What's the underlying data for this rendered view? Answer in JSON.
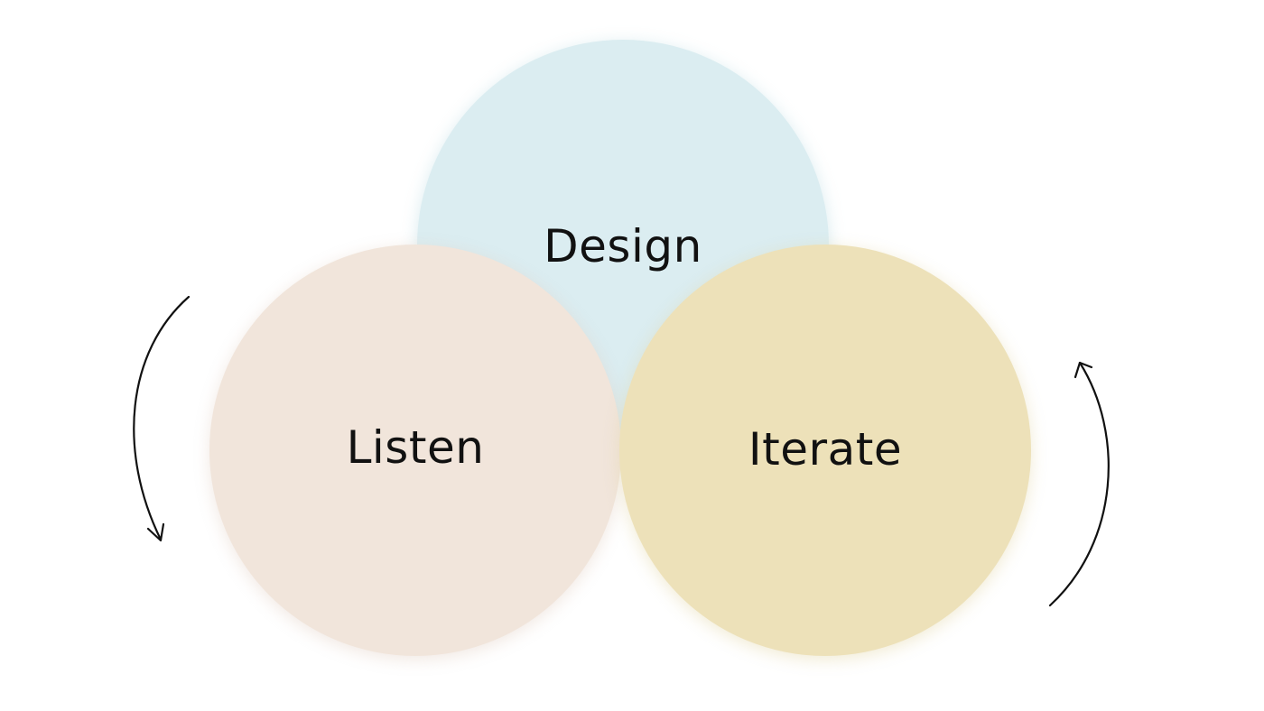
{
  "diagram": {
    "nodes": [
      {
        "id": "design",
        "label": "Design",
        "color": "#dbedf1"
      },
      {
        "id": "listen",
        "label": "Listen",
        "color": "#f1e5db"
      },
      {
        "id": "iterate",
        "label": "Iterate",
        "color": "#ede1b9"
      }
    ],
    "arrows": [
      {
        "side": "left",
        "direction": "down",
        "color": "#111111"
      },
      {
        "side": "right",
        "direction": "up",
        "color": "#111111"
      }
    ]
  }
}
